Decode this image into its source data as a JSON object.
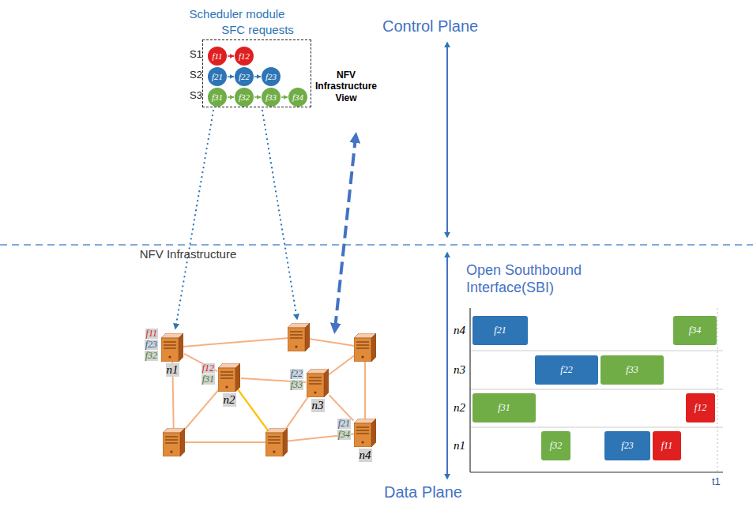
{
  "diagram": {
    "nodes": [
      {
        "text": [
          "Scheduler module",
          "NFV Infrastructure View"
        ]
      },
      {
        "text": [
          "SFC requests"
        ],
        "in": 0
      },
      {
        "text": [
          "f11"
        ],
        "in": 1
      },
      {
        "text": [
          "f12"
        ],
        "in": 1
      },
      {
        "text": [
          "f21"
        ],
        "in": 1
      },
      {
        "text": [
          "f22"
        ],
        "in": 1
      },
      {
        "text": [
          "f23"
        ],
        "in": 1
      },
      {
        "text": [
          "f31"
        ],
        "in": 1
      },
      {
        "text": [
          "f32"
        ],
        "in": 1
      },
      {
        "text": [
          "f33"
        ],
        "in": 1
      },
      {
        "text": [
          "f34"
        ],
        "in": 1
      },
      {
        "text": [
          "NFV Infrastructure"
        ]
      },
      {
        "text": [
          "f11",
          "f23",
          "f32",
          "n1"
        ],
        "in": 11
      },
      {
        "text": [
          "f12",
          "f31",
          "n2"
        ],
        "in": 11
      },
      {
        "text": [
          "f22",
          "f33",
          "n3"
        ],
        "in": 11
      },
      {
        "text": [
          "f21",
          "f34",
          "n4"
        ],
        "in": 11
      },
      {
        "text": [
          "f21"
        ]
      },
      {
        "text": [
          "f34"
        ]
      },
      {
        "text": [
          "f22"
        ]
      },
      {
        "text": [
          "f33"
        ]
      },
      {
        "text": [
          "f31"
        ]
      },
      {
        "text": [
          "f12"
        ]
      },
      {
        "text": [
          "f32"
        ]
      },
      {
        "text": [
          "f23"
        ]
      },
      {
        "text": [
          "f11"
        ]
      }
    ],
    "edges": [
      {
        "from": 2,
        "to": 3,
        "arrow": "to"
      },
      {
        "from": 4,
        "to": 5,
        "arrow": "to"
      },
      {
        "from": 5,
        "to": 6,
        "arrow": "to"
      },
      {
        "from": 7,
        "to": 8,
        "arrow": "to"
      },
      {
        "from": 8,
        "to": 9,
        "arrow": "to"
      },
      {
        "from": 9,
        "to": 10,
        "arrow": "to"
      },
      {
        "from": 12,
        "to": 13,
        "arrow": "none"
      },
      {
        "from": 13,
        "to": 14,
        "arrow": "none"
      },
      {
        "from": 14,
        "to": 15,
        "arrow": "none"
      }
    ],
    "labels": [
      "Control Plane",
      "Data Plane",
      "Open Southbound Interface(SBI)",
      "S1",
      "S2",
      "S3",
      "n4",
      "n3",
      "n2",
      "n1",
      "t1"
    ]
  }
}
